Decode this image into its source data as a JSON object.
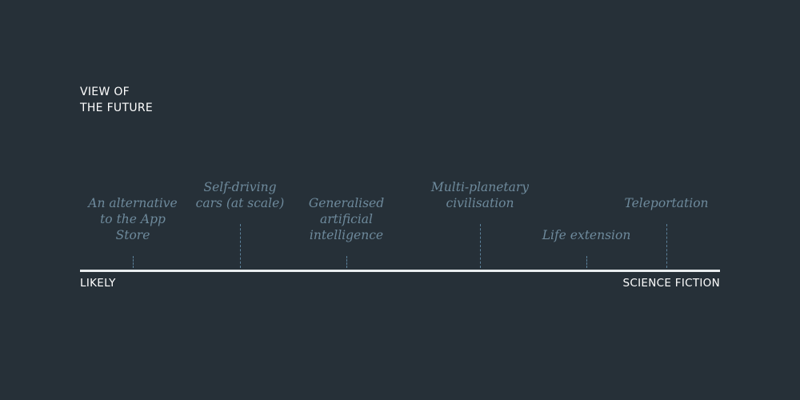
{
  "title": {
    "line1": "VIEW OF",
    "line2": "THE FUTURE"
  },
  "axis": {
    "left_label": "LIKELY",
    "right_label": "SCIENCE FICTION"
  },
  "items": [
    {
      "name": "item-app-store-alternative",
      "lines": [
        "An alternative",
        "to the App",
        "Store"
      ]
    },
    {
      "name": "item-self-driving-cars",
      "lines": [
        "Self-driving",
        "cars (at scale)"
      ]
    },
    {
      "name": "item-generalised-ai",
      "lines": [
        "Generalised",
        "artificial",
        "intelligence"
      ]
    },
    {
      "name": "item-multi-planetary",
      "lines": [
        "Multi-planetary",
        "civilisation"
      ]
    },
    {
      "name": "item-life-extension",
      "lines": [
        "Life extension"
      ]
    },
    {
      "name": "item-teleportation",
      "lines": [
        "Teleportation"
      ]
    }
  ],
  "colors": {
    "background": "#263038",
    "text": "#ffffff",
    "item_text": "#6e8a9c",
    "tick": "#5b8099"
  }
}
